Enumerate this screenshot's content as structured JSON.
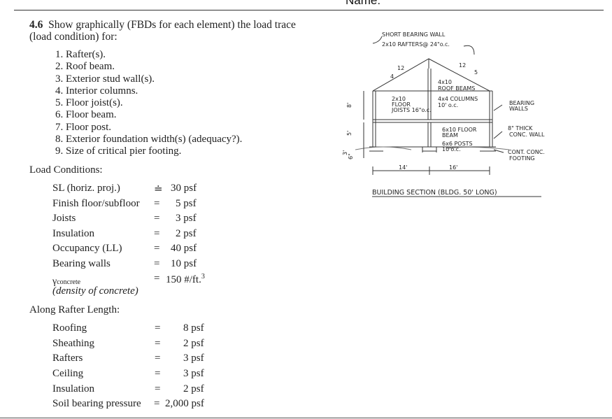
{
  "header": {
    "name_label": "Name:"
  },
  "problem": {
    "number": "4.6",
    "statement": "Show graphically (FBDs for each element) the load trace (load condition) for:",
    "items": [
      "1. Rafter(s).",
      "2. Roof beam.",
      "3. Exterior stud wall(s).",
      "4. Interior columns.",
      "5. Floor joist(s).",
      "6. Floor beam.",
      "7. Floor post.",
      "8. Exterior foundation width(s) (adequacy?).",
      "9. Size of critical pier footing."
    ]
  },
  "load_conditions": {
    "title": "Load Conditions:",
    "rows": [
      {
        "label": "SL (horiz. proj.)",
        "eq": "≐",
        "value": "30 psf"
      },
      {
        "label": "Finish floor/subfloor",
        "eq": "=",
        "value": "5 psf"
      },
      {
        "label": "Joists",
        "eq": "=",
        "value": "3 psf"
      },
      {
        "label": "Insulation",
        "eq": "=",
        "value": "2 psf"
      },
      {
        "label": "Occupancy (LL)",
        "eq": "=",
        "value": "40 psf"
      },
      {
        "label": "Bearing walls",
        "eq": "=",
        "value": "10 psf"
      }
    ],
    "gamma": {
      "symbol": "γ",
      "subscript": "concrete",
      "eq": "=",
      "value": "150 #/ft.",
      "exponent": "3",
      "note": "(density of concrete)"
    }
  },
  "rafter_length": {
    "title": "Along Rafter Length:",
    "rows": [
      {
        "label": "Roofing",
        "eq": "=",
        "value": "8 psf"
      },
      {
        "label": "Sheathing",
        "eq": "=",
        "value": "2 psf"
      },
      {
        "label": "Rafters",
        "eq": "=",
        "value": "3 psf"
      },
      {
        "label": "Ceiling",
        "eq": "=",
        "value": "3 psf"
      },
      {
        "label": "Insulation",
        "eq": "=",
        "value": "2 psf"
      }
    ],
    "soil": {
      "label": "Soil bearing pressure",
      "eq": "=",
      "value": "2,000 psf"
    }
  },
  "sketch": {
    "notes": {
      "short_wall": "SHORT BEARING WALL",
      "rafters": "2x10 RAFTERS@ 24\"o.c.",
      "pitch_left_run": "12",
      "pitch_left_rise": "4",
      "pitch_right_run": "12",
      "pitch_right_rise": "5",
      "roof_beams_1": "4x10",
      "roof_beams_2": "ROOF BEAMS",
      "floor_joists_1": "2x10",
      "floor_joists_2": "FLOOR",
      "floor_joists_3": "JOISTS 16\"o.c.",
      "columns_1": "4x4 COLUMNS",
      "columns_2": "10' o.c.",
      "bearing_1": "BEARING",
      "bearing_2": "WALLS",
      "floor_beam_1": "6x10 FLOOR",
      "floor_beam_2": "BEAM",
      "posts_1": "6x6 POSTS",
      "posts_2": "10'o.c.",
      "conc_wall_1": "8\" THICK",
      "conc_wall_2": "CONC. WALL",
      "footing_1": "CONT. CONC.",
      "footing_2": "FOOTING",
      "dim_upper": "8'",
      "dim_mid": "5'",
      "dim_low": "3'",
      "dim_low_b": "6\"",
      "dim_left": "14'",
      "dim_right": "16'",
      "caption": "BUILDING SECTION (BLDG. 50' LONG)"
    }
  }
}
